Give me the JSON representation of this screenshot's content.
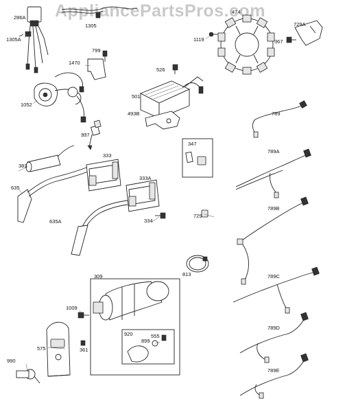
{
  "watermark": "AppliancePartsPros.com",
  "part_labels": {
    "p286A": "286A",
    "p1305A": "1305A",
    "p1305": "1305",
    "p474": "474",
    "p729A": "729A",
    "p1119": "1119",
    "p367": "367",
    "p799": "799",
    "p1470": "1470",
    "p526": "526",
    "p1052": "1052",
    "p501": "501",
    "p493B": "493B",
    "p789": "789",
    "p337": "337",
    "p347": "347",
    "p789A": "789A",
    "p383": "383",
    "p333": "333",
    "p333A": "333A",
    "p635": "635",
    "p635A": "635A",
    "p334": "334",
    "p729": "729",
    "p789B": "789B",
    "p813": "813",
    "p309": "309",
    "p789C": "789C",
    "p1009": "1009",
    "p920": "920",
    "p555": "555",
    "p899": "899",
    "p575": "575",
    "p361": "361",
    "p990": "990",
    "p789D": "789D",
    "p789E": "789E"
  }
}
